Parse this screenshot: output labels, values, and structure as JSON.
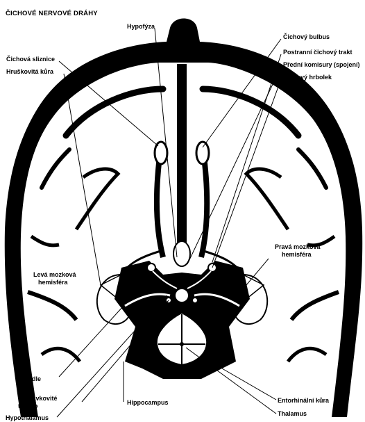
{
  "title": "ČICHOVÉ NERVOVÉ DRÁHY",
  "labels": {
    "hypofyza": "Hypofýza",
    "cichova_sliznice": "Čichová sliznice",
    "hruskovita_kura": "Hruškovitá kůra",
    "cichovy_bulbus": "Čichový bulbus",
    "postranni_trakt": "Postranní čichový trakt",
    "predni_komisury": "Přední komisury (spojení)",
    "cichovy_hrbolek": "Čichový hrbolek",
    "prava_hemisfera_1": "Pravá mozková",
    "prava_hemisfera_2": "hemisféra",
    "leva_hemisfera_1": "Levá mozková",
    "leva_hemisfera_2": "hemisféra",
    "mandle": "Mandle",
    "bradavkovite_1": "Bradavkovité",
    "bradavkovite_2": "tělísko",
    "hypothalamus": "Hypothalamus",
    "hippocampus": "Hippocampus",
    "entorhinalni": "Entorhinální kůra",
    "thalamus": "Thalamus"
  }
}
